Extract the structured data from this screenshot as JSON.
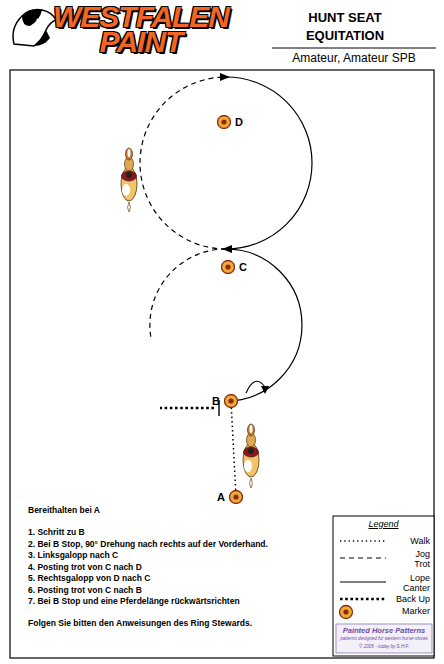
{
  "diagram": {
    "title": "HUNT SEAT EQUITATION",
    "nodes": [
      {
        "text": [
          "D"
        ]
      },
      {
        "text": [
          "C"
        ]
      },
      {
        "text": [
          "B"
        ]
      },
      {
        "text": [
          "A"
        ]
      }
    ],
    "edges": [
      {
        "from": 3,
        "to": 2,
        "arrow": "none"
      }
    ],
    "labels": [
      "WESTFALEN PAINT",
      "Amateur, Amateur SPB",
      "Bereithalten bei A",
      "1. Schritt zu B",
      "2. Bei B Stop, 90° Drehung nach rechts auf der Vorderhand.",
      "3. Linksgalopp nach C",
      "4. Posting trot von C nach D",
      "5. Rechtsgalopp von D nach C",
      "6. Posting trot von C nach B",
      "7. Bei B Stop und eine Pferdelänge rückwärtsrichten",
      "Folgen Sie bitten den Anweisungen des Ring Stewards.",
      "Legend",
      "Painted Horse Patterns",
      "patterns designed for western horse shows",
      "© 2005 - today by S.H.F."
    ],
    "legend": [
      {
        "text": "Walk"
      },
      {
        "text": "Jog Trot"
      },
      {
        "text": "Lope Canter"
      },
      {
        "text": "Back Up"
      },
      {
        "text": "Marker"
      }
    ]
  }
}
